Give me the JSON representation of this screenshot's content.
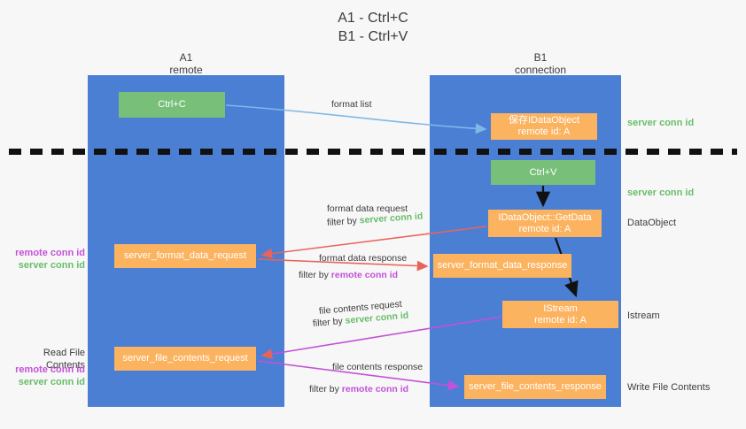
{
  "title": "A1 - Ctrl+C\nB1 - Ctrl+V",
  "colors": {
    "lane": "#4a7fd4",
    "green_node": "#78c07a",
    "orange_node": "#fbb360",
    "server_conn_id": "#68bd6a",
    "remote_conn_id": "#c451d8",
    "arrow_blue": "#7fb8e8",
    "arrow_red": "#e8645a",
    "arrow_magenta": "#c451d8",
    "arrow_black": "#111111",
    "background": "#f7f7f7"
  },
  "lanes": [
    {
      "name": "A1",
      "subtitle": "remote",
      "header": "A1\nremote"
    },
    {
      "name": "B1",
      "subtitle": "connection",
      "header": "B1\nconnection"
    }
  ],
  "nodes": {
    "ctrl_c": {
      "label": "Ctrl+C",
      "style": "green"
    },
    "idataobject": {
      "label": "保存IDataObject",
      "sublabel": "remote id: A",
      "style": "orange"
    },
    "ctrl_v": {
      "label": "Ctrl+V",
      "style": "green"
    },
    "getdata": {
      "label": "IDataObject::GetData",
      "sublabel": "remote id: A",
      "style": "orange"
    },
    "server_format_data_request": {
      "label": "server_format_data_request",
      "style": "orange"
    },
    "server_format_data_response": {
      "label": "server_format_data_response",
      "style": "orange"
    },
    "istream": {
      "label": "IStream",
      "sublabel": "remote id: A",
      "style": "orange"
    },
    "server_file_contents_request": {
      "label": "server_file_contents_request",
      "style": "orange"
    },
    "server_file_contents_response": {
      "label": "server_file_contents_response",
      "style": "orange"
    }
  },
  "edge_labels": {
    "format_list": "format list",
    "format_data_request": "format data request",
    "format_data_request_filter_prefix": "filter by ",
    "format_data_request_filter_value": "server conn id",
    "format_data_response": "format data response",
    "format_data_response_filter_prefix": "filter by ",
    "format_data_response_filter_value": "remote conn id",
    "file_contents_request": "file contents request",
    "file_contents_request_filter_prefix": "filter by ",
    "file_contents_request_filter_value": "server conn id",
    "file_contents_response": "file contents response",
    "file_contents_response_filter_prefix": "filter by ",
    "file_contents_response_filter_value": "remote conn id"
  },
  "side_labels": {
    "server_conn_id_top": "server conn id",
    "server_conn_id_mid": "server conn id",
    "dataobject": "DataObject",
    "istream": "Istream",
    "write_file_contents": "Write File Contents",
    "read_file_contents": "Read File Contents",
    "remote_conn_id": "remote conn id",
    "server_conn_id": "server conn id"
  }
}
